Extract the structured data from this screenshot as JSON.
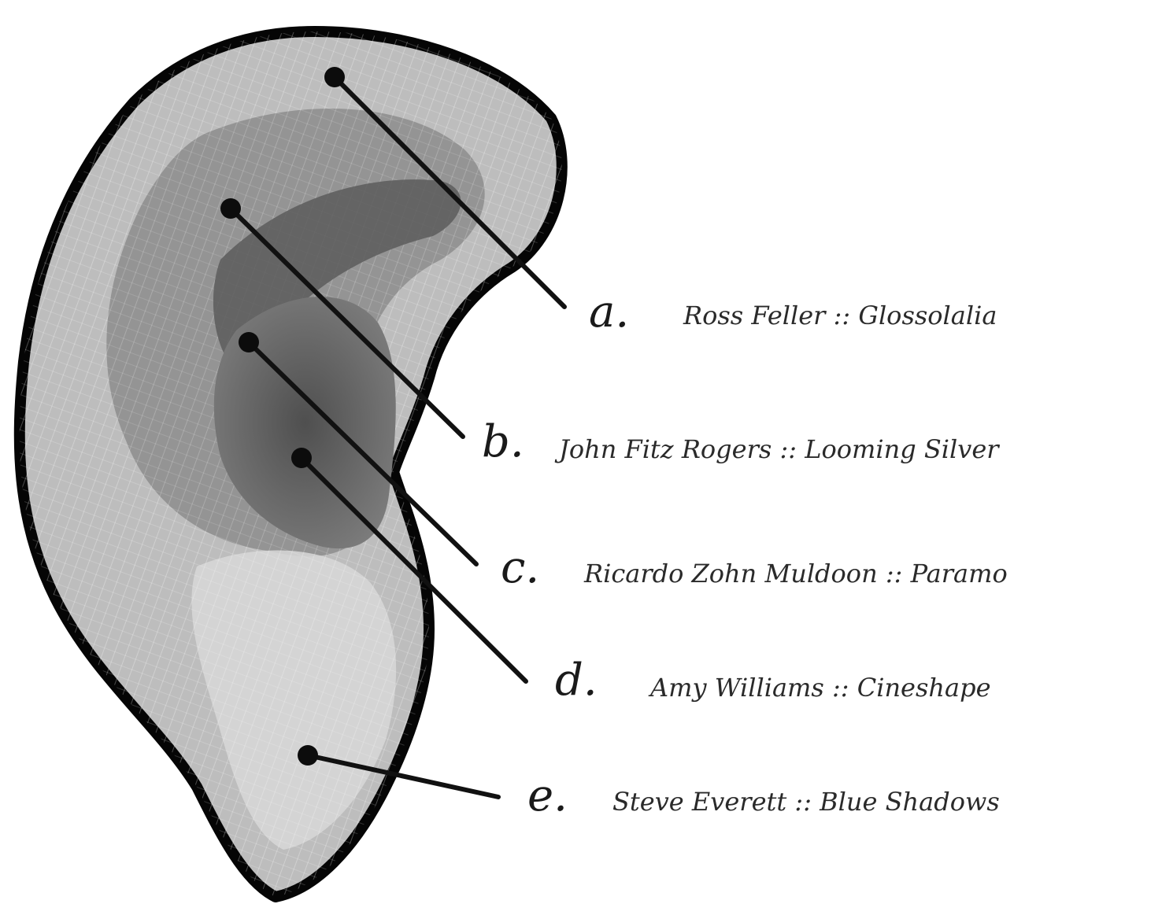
{
  "labels": [
    {
      "letter": "a.",
      "text": "Ross Feller :: Glossolalia"
    },
    {
      "letter": "b.",
      "text": "John Fitz Rogers :: Looming Silver"
    },
    {
      "letter": "c.",
      "text": "Ricardo Zohn Muldoon :: Paramo"
    },
    {
      "letter": "d.",
      "text": "Amy Williams :: Cineshape"
    },
    {
      "letter": "e.",
      "text": "Steve Everett :: Blue Shadows"
    }
  ],
  "colors": {
    "outline": "#0a0a0a",
    "ear_light": "#c9c9c9",
    "ear_mid": "#9a9a9a",
    "ear_dark": "#6e6e6e",
    "leader": "#111111"
  }
}
